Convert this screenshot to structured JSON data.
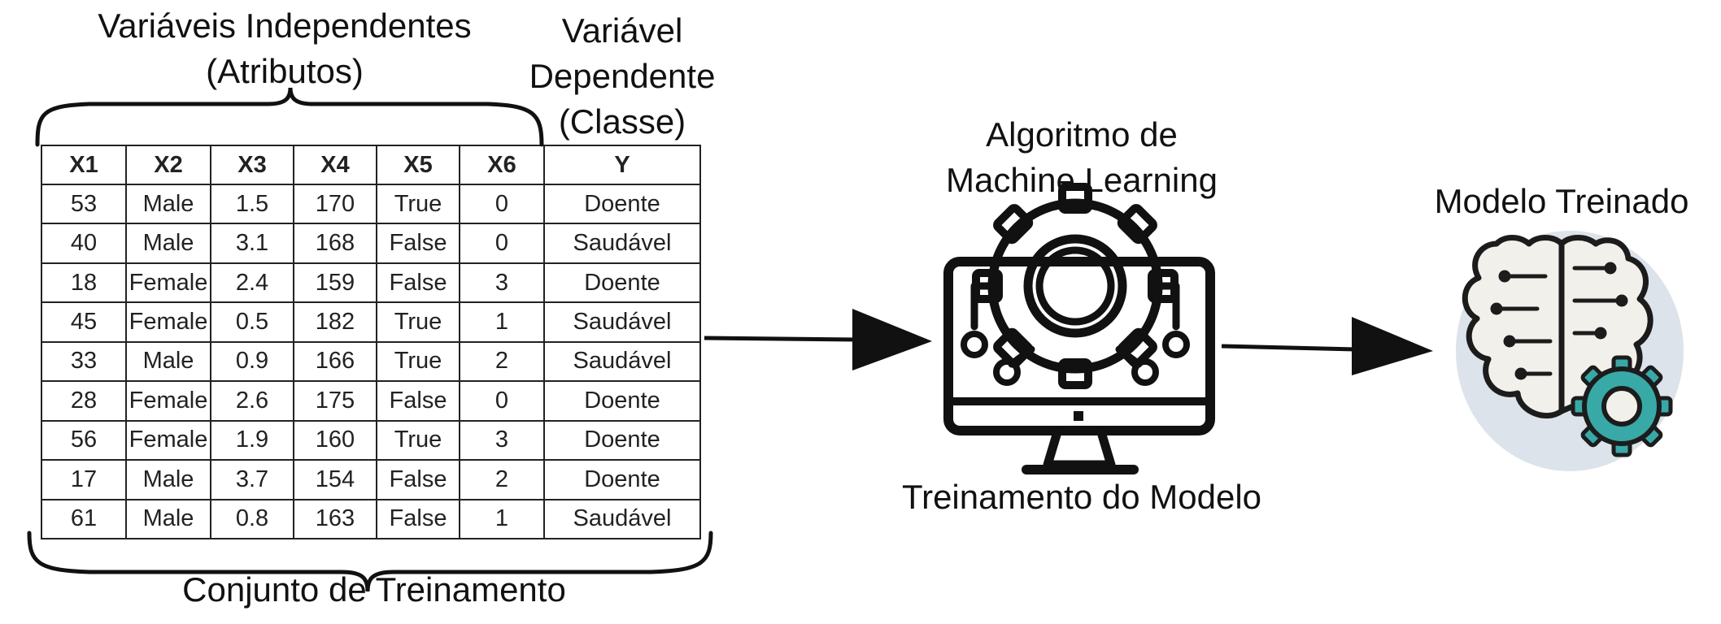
{
  "labels": {
    "independent": [
      "Variáveis Independentes",
      "(Atributos)"
    ],
    "dependent": [
      "Variável",
      "Dependente",
      "(Classe)"
    ],
    "algorithm": [
      "Algoritmo de",
      "Machine Learning"
    ],
    "training": "Treinamento do Modelo",
    "trained_model": "Modelo Treinado",
    "training_set": "Conjunto de Treinamento"
  },
  "table": {
    "headers": [
      "X1",
      "X2",
      "X3",
      "X4",
      "X5",
      "X6",
      "Y"
    ],
    "rows": [
      [
        "53",
        "Male",
        "1.5",
        "170",
        "True",
        "0",
        "Doente"
      ],
      [
        "40",
        "Male",
        "3.1",
        "168",
        "False",
        "0",
        "Saudável"
      ],
      [
        "18",
        "Female",
        "2.4",
        "159",
        "False",
        "3",
        "Doente"
      ],
      [
        "45",
        "Female",
        "0.5",
        "182",
        "True",
        "1",
        "Saudável"
      ],
      [
        "33",
        "Male",
        "0.9",
        "166",
        "True",
        "2",
        "Saudável"
      ],
      [
        "28",
        "Female",
        "2.6",
        "175",
        "False",
        "0",
        "Doente"
      ],
      [
        "56",
        "Female",
        "1.9",
        "160",
        "True",
        "3",
        "Doente"
      ],
      [
        "17",
        "Male",
        "3.7",
        "154",
        "False",
        "2",
        "Doente"
      ],
      [
        "61",
        "Male",
        "0.8",
        "163",
        "False",
        "1",
        "Saudável"
      ]
    ]
  },
  "icons": {
    "algorithm": "computer-gear-icon",
    "model": "brain-gear-icon"
  },
  "colors": {
    "gear_teal": "#38a9a7",
    "brain_fill": "#f1f0ea",
    "brain_bg": "#dde3ea",
    "stroke": "#1c1c1c"
  }
}
